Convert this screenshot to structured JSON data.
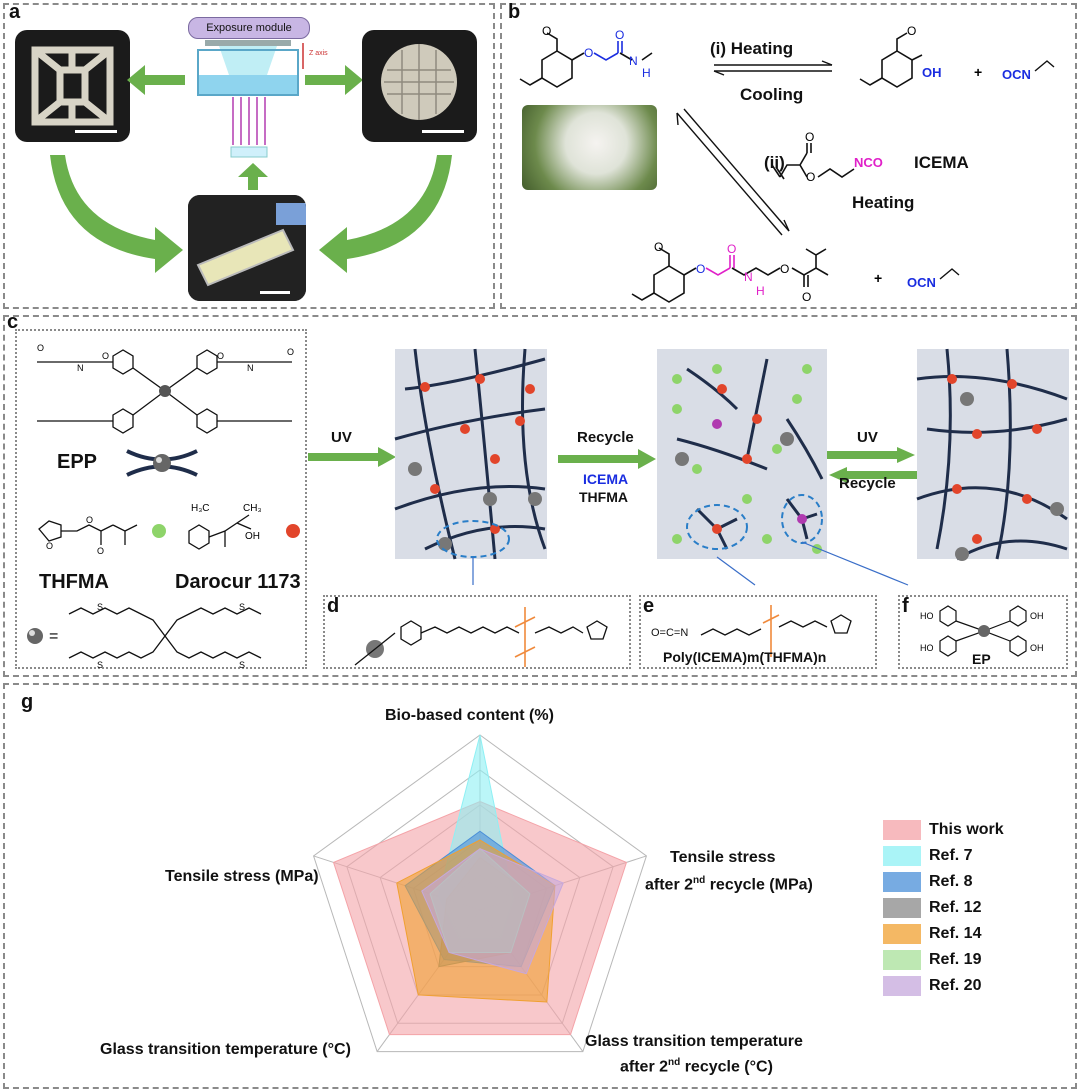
{
  "panel_labels": {
    "a": "a",
    "b": "b",
    "c": "c",
    "d": "d",
    "e": "e",
    "f": "f",
    "g": "g"
  },
  "panel_a": {
    "exposure_module": "Exposure module",
    "z_axis": "Z axis"
  },
  "panel_b": {
    "step1_top": "(i)  Heating",
    "step1_bottom": "Cooling",
    "step2_label": "(ii)",
    "reagent": "ICEMA",
    "step2_condition": "Heating",
    "oh": "OH",
    "ocn1": "OCN",
    "ocn2": "OCN",
    "plus1": "+",
    "plus2": "+",
    "nco": "NCO",
    "nh": "N",
    "h": "H"
  },
  "panel_c": {
    "epp": "EPP",
    "thfma": "THFMA",
    "darocur": "Darocur 1173",
    "h3c": "H₃C",
    "ch3": "CH₃",
    "oh": "OH",
    "equals": "=",
    "uv1": "UV",
    "recycle1": "Recycle",
    "icema": "ICEMA",
    "thfma2": "THFMA",
    "uv2": "UV",
    "recycle2": "Recycle"
  },
  "panel_e": {
    "polymer": "Poly(ICEMA)m(THFMA)n",
    "isocyanate": "O=C=N"
  },
  "panel_f": {
    "ep": "EP"
  },
  "colors": {
    "accent_blue": "#1a2de0",
    "accent_magenta": "#e020c8",
    "arrow_green": "#6ab04c",
    "bond_orange": "#f08a3c",
    "network_bg": "#d9dde6",
    "network_line": "#1f2d4a",
    "node_red": "#e2452b",
    "node_green": "#8ed46a"
  },
  "chart_data": {
    "type": "radar",
    "axes": [
      "Bio-based content (%)",
      "Tensile stress after 2nd recycle (MPa)",
      "Glass transition temperature after 2nd recycle (°C)",
      "Glass transition temperature (°C)",
      "Tensile stress (MPa)"
    ],
    "axis_labels": {
      "top": "Bio-based content (%)",
      "right_1": "Tensile stress",
      "right_2": "after 2",
      "right_sup": "nd",
      "right_3": " recycle (MPa)",
      "bottom_right_1": "Glass transition temperature",
      "bottom_right_2": "after 2",
      "bottom_right_sup": "nd",
      "bottom_right_3": " recycle (°C)",
      "bottom_left": "Glass transition temperature (°C)",
      "left": "Tensile stress (MPa)"
    },
    "rings": 5,
    "series": [
      {
        "name": "This work",
        "color": "#f4a3a8",
        "values": [
          0.62,
          0.88,
          0.88,
          0.88,
          0.88
        ]
      },
      {
        "name": "Ref. 7",
        "color": "#8ef0f4",
        "values": [
          1.0,
          0.2,
          0.2,
          0.2,
          0.25
        ]
      },
      {
        "name": "Ref. 8",
        "color": "#4a8fd8",
        "values": [
          0.45,
          0.45,
          0.4,
          0.35,
          0.45
        ]
      },
      {
        "name": "Ref. 12",
        "color": "#8a8a8a",
        "values": [
          0.3,
          0.3,
          0.3,
          0.4,
          0.2
        ]
      },
      {
        "name": "Ref. 14",
        "color": "#f0a030",
        "values": [
          0.4,
          0.45,
          0.65,
          0.6,
          0.5
        ]
      },
      {
        "name": "Ref. 19",
        "color": "#a8e09a",
        "values": [
          0.35,
          0.3,
          0.3,
          0.3,
          0.3
        ]
      },
      {
        "name": "Ref. 20",
        "color": "#c6a8dc",
        "values": [
          0.35,
          0.5,
          0.45,
          0.3,
          0.35
        ]
      }
    ]
  }
}
